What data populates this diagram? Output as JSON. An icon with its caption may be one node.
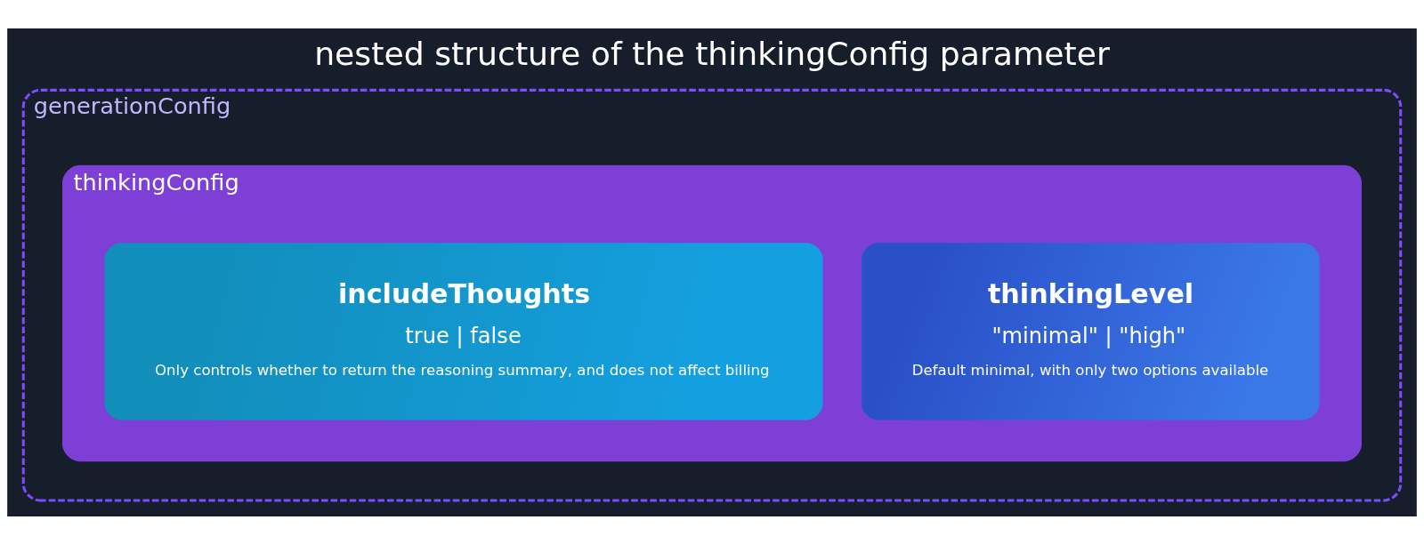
{
  "diagram": {
    "title": "nested structure of the thinkingConfig parameter",
    "nodes": [
      {
        "text": [
          "generationConfig"
        ]
      },
      {
        "text": [
          "thinkingConfig"
        ],
        "in": 0
      },
      {
        "text": [
          "thinkingLevel",
          "\"minimal\" | \"high\"",
          "Default minimal, with only two options available"
        ],
        "in": 1
      },
      {
        "text": [
          "includeThoughts",
          "true | false",
          "Only controls whether to return the reasoning summary, and does not affect billing"
        ],
        "in": 1
      }
    ],
    "edges": []
  }
}
